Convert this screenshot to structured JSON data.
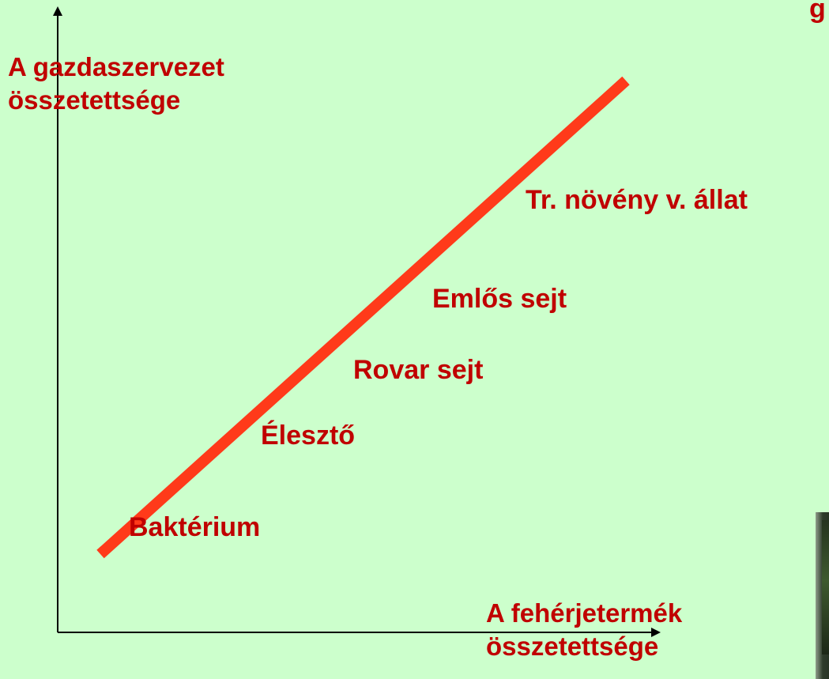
{
  "colors": {
    "background": "#ccffcc",
    "text": "#c00000",
    "trend_line": "#ff3a1a",
    "axes": "#000000"
  },
  "axes": {
    "y_label_line1": "A gazdaszervezet",
    "y_label_line2": "összetettsége",
    "x_label_line1": "A fehérjetermék",
    "x_label_line2": "összetettsége"
  },
  "organisms": [
    "Baktérium",
    "Élesztő",
    "Rovar sejt",
    "Emlős sejt",
    "Tr. növény v. állat"
  ],
  "cropped_title_letter": "g",
  "icons": {
    "y_axis_arrow": "arrow-up-icon",
    "x_axis_arrow": "arrow-right-icon"
  }
}
